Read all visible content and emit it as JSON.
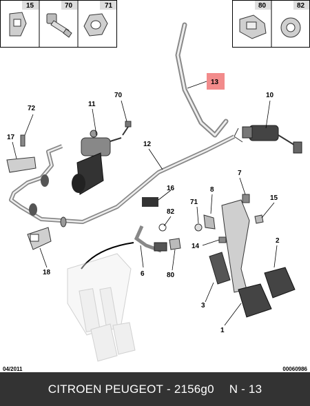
{
  "fastener_boxes": {
    "left": [
      "15",
      "70",
      "71"
    ],
    "right": [
      "80",
      "82"
    ]
  },
  "callouts": {
    "highlighted": "13",
    "parts": [
      "10",
      "72",
      "11",
      "70",
      "17",
      "12",
      "16",
      "7",
      "8",
      "15",
      "71",
      "82",
      "14",
      "2",
      "18",
      "6",
      "80",
      "3",
      "1"
    ]
  },
  "footer": {
    "date": "04/2011",
    "ref": "00060986"
  },
  "banner": {
    "brand": "CITROEN PEUGEOT",
    "separator": " - ",
    "code": "2156g0",
    "section": "N - 13"
  },
  "colors": {
    "highlight": "#f28b8b",
    "banner_bg": "#333333"
  }
}
